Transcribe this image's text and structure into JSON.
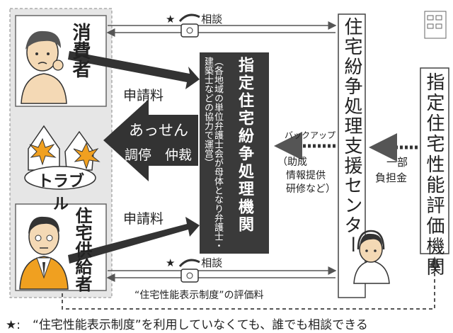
{
  "parties": {
    "consumer": "消費者",
    "supplier": "住宅供給者",
    "center": "住宅紛争処理支援センター",
    "evaluation_org": "指定住宅性能評価機関",
    "dispute_org_title": "指定住宅紛争処理機関",
    "dispute_org_note": "（各地域の単位弁護士会が母体となり弁護士・建築士などの協力で運営）"
  },
  "flows": {
    "consult_top": "相談",
    "consult_bottom": "相談",
    "application_fee_top": "申請料",
    "application_fee_bottom": "申請料",
    "services_line1": "あっせん",
    "services_line2": "調停　仲裁",
    "trouble": "トラブル",
    "backup": "バックアップ",
    "support_line1": "（助成",
    "support_line2": "情報提供",
    "support_line3": "研修など）",
    "partial_line1": "一部",
    "partial_line2": "負担金",
    "evaluation_fee": "“住宅性能表示制度”の評価料"
  },
  "footnote": {
    "star": "★",
    "text": ":　“住宅性能表示制度”を利用していなくても、誰でも相談できる"
  },
  "colors": {
    "dark_box": "#3a3a3a",
    "region_bg": "#e6e6e6",
    "card_border": "#666666",
    "skin": "#f4d9b5",
    "burst": "#f0a020"
  }
}
